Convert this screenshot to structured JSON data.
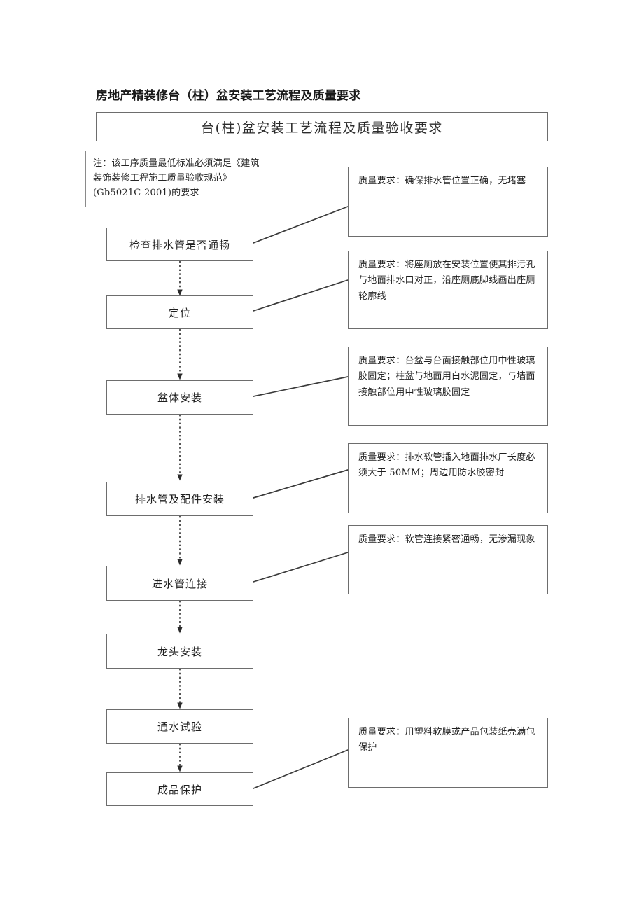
{
  "document": {
    "title": "房地产精装修台（柱）盆安装工艺流程及质量要求",
    "header": "台(柱)盆安装工艺流程及质量验收要求"
  },
  "note": {
    "text": "注：该工序质量最低标准必须满足《建筑装饰装修工程施工质量验收规范》(Gb5021C-2001)的要求"
  },
  "flow": {
    "steps": [
      {
        "label": "检查排水管是否通畅"
      },
      {
        "label": "定位"
      },
      {
        "label": "盆体安装"
      },
      {
        "label": "排水管及配件安装"
      },
      {
        "label": "进水管连接"
      },
      {
        "label": "龙头安装"
      },
      {
        "label": "通水试验"
      },
      {
        "label": "成品保护"
      }
    ]
  },
  "requirements": [
    {
      "text": "质量要求：确保排水管位置正确，无堵塞"
    },
    {
      "text": "质量要求：将座厕放在安装位置使其排污孔与地面排水口对正，沿座厕底脚线画出座厕轮廓线"
    },
    {
      "text": "质量要求：台盆与台面接触部位用中性玻璃胶固定；柱盆与地面用白水泥固定，与墙面接触部位用中性玻璃胶固定"
    },
    {
      "text": "质量要求：排水软管插入地面排水厂长度必须大于 50MM；周边用防水胶密封"
    },
    {
      "text": "质量要求：软管连接紧密通畅，无渗漏现象"
    },
    {
      "text": "质量要求：用塑料软膜或产品包装纸壳满包保护"
    }
  ],
  "colors": {
    "border": "#6d6d6d",
    "text": "#1f1f1f",
    "background": "#ffffff",
    "connector": "#3a3a3a"
  }
}
